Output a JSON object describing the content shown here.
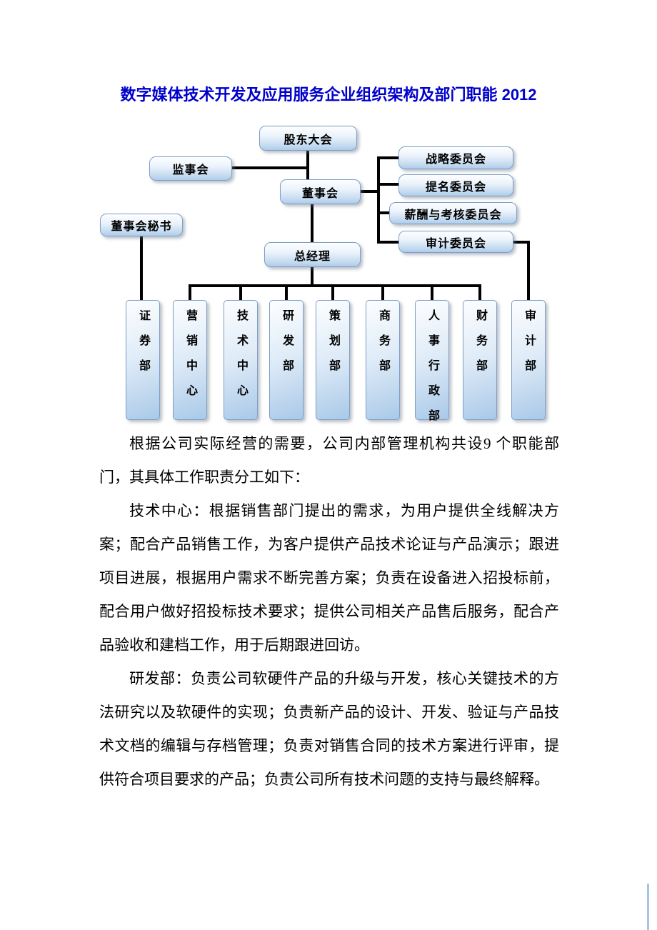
{
  "title": "数字媒体技术开发及应用服务企业组织架构及部门职能 2012",
  "colors": {
    "title": "#0000CC",
    "box_border": "#7e9fc7",
    "box_fill_top": "#fdfeff",
    "box_fill_bottom": "#aecbe9",
    "connector": "#000000"
  },
  "org_chart": {
    "nodes": {
      "shareholders": "股东大会",
      "supervisory": "监事会",
      "board": "董事会",
      "strategy": "战略委员会",
      "nomination": "提名委员会",
      "compensation": "薪酬与考核委员会",
      "audit_committee": "审计委员会",
      "secretary": "董事会秘书",
      "gm": "总经理"
    },
    "departments": [
      "证券部",
      "营销中心",
      "技术中心",
      "研发部",
      "策划部",
      "商务部",
      "人事行政部",
      "财务部",
      "审计部"
    ]
  },
  "paragraphs": [
    "根据公司实际经营的需要，公司内部管理机构共设9 个职能部门，其具体工作职责分工如下：",
    "技术中心：根据销售部门提出的需求，为用户提供全线解决方案；配合产品销售工作，为客户提供产品技术论证与产品演示；跟进项目进展，根据用户需求不断完善方案；负责在设备进入招投标前，配合用户做好招投标技术要求；提供公司相关产品售后服务，配合产品验收和建档工作，用于后期跟进回访。",
    "研发部：负责公司软硬件产品的升级与开发，核心关键技术的方法研究以及软硬件的实现；负责新产品的设计、开发、验证与产品技术文档的编辑与存档管理；负责对销售合同的技术方案进行评审，提供符合项目要求的产品；负责公司所有技术问题的支持与最终解释。"
  ]
}
